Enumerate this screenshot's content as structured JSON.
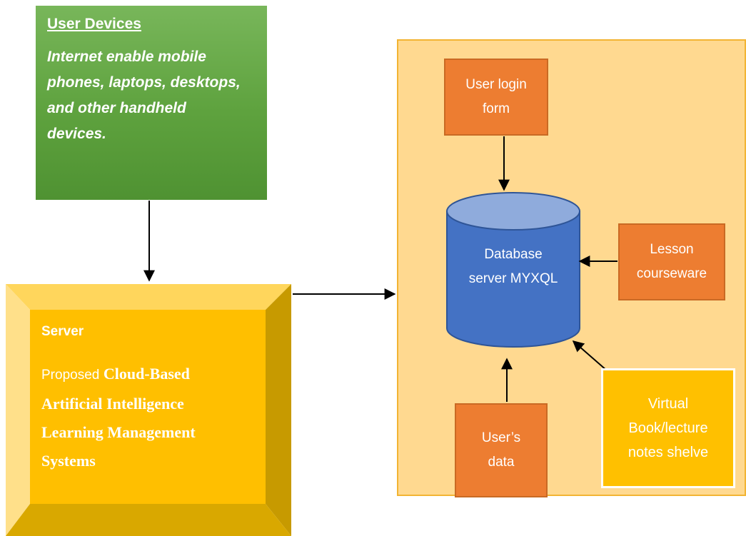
{
  "user_devices": {
    "title": "User Devices",
    "description": "Internet enable mobile\nphones, laptops, desktops,\nand other handheld\ndevices."
  },
  "server": {
    "label": "Server",
    "prefix": "Proposed",
    "system_name_line1": "Cloud-Based",
    "system_name_rest": "Artificial Intelligence\nLearning Management\nSystems"
  },
  "system": {
    "login_form": "User login\nform",
    "database": "Database\nserver MYXQL",
    "lesson": "Lesson\ncourseware",
    "users_data": "User’s\ndata",
    "virtual_book": "Virtual\nBook/lecture\nnotes shelve"
  },
  "colors": {
    "green": "#5ea23e",
    "server_gold": "#ffbf00",
    "panel": "#ffd990",
    "orange": "#ed7d31",
    "database_blue": "#4472c4"
  }
}
